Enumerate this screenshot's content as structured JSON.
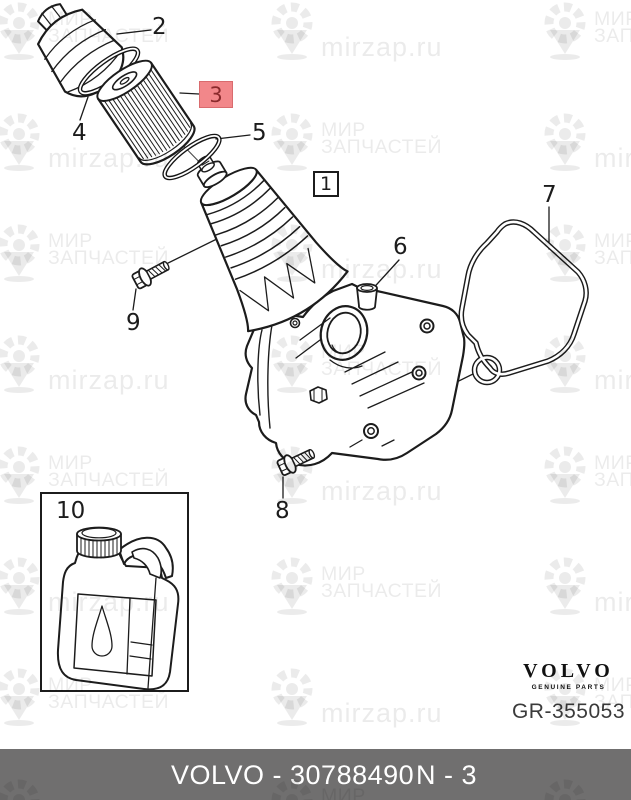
{
  "watermark": {
    "site": "mirzap.ru",
    "brand_line1": "МИР",
    "brand_line2": "ЗАПЧАСТЕЙ"
  },
  "callouts": {
    "c1": "1",
    "c2": "2",
    "c3": "3",
    "c4": "4",
    "c5": "5",
    "c6": "6",
    "c7": "7",
    "c8": "8",
    "c9": "9",
    "c10": "10"
  },
  "brand": {
    "logo": "VOLVO",
    "tagline": "GENUINE PARTS",
    "code": "GR-355053"
  },
  "footer": {
    "part": "VOLVO - 30788490",
    "revision": "N - 3"
  },
  "colors": {
    "highlight_fill": "#f2878a",
    "highlight_border": "#d96b6e",
    "highlight_text": "#8a2a2c",
    "footer_bg": "#706f6f",
    "line": "#1c1c1c"
  }
}
